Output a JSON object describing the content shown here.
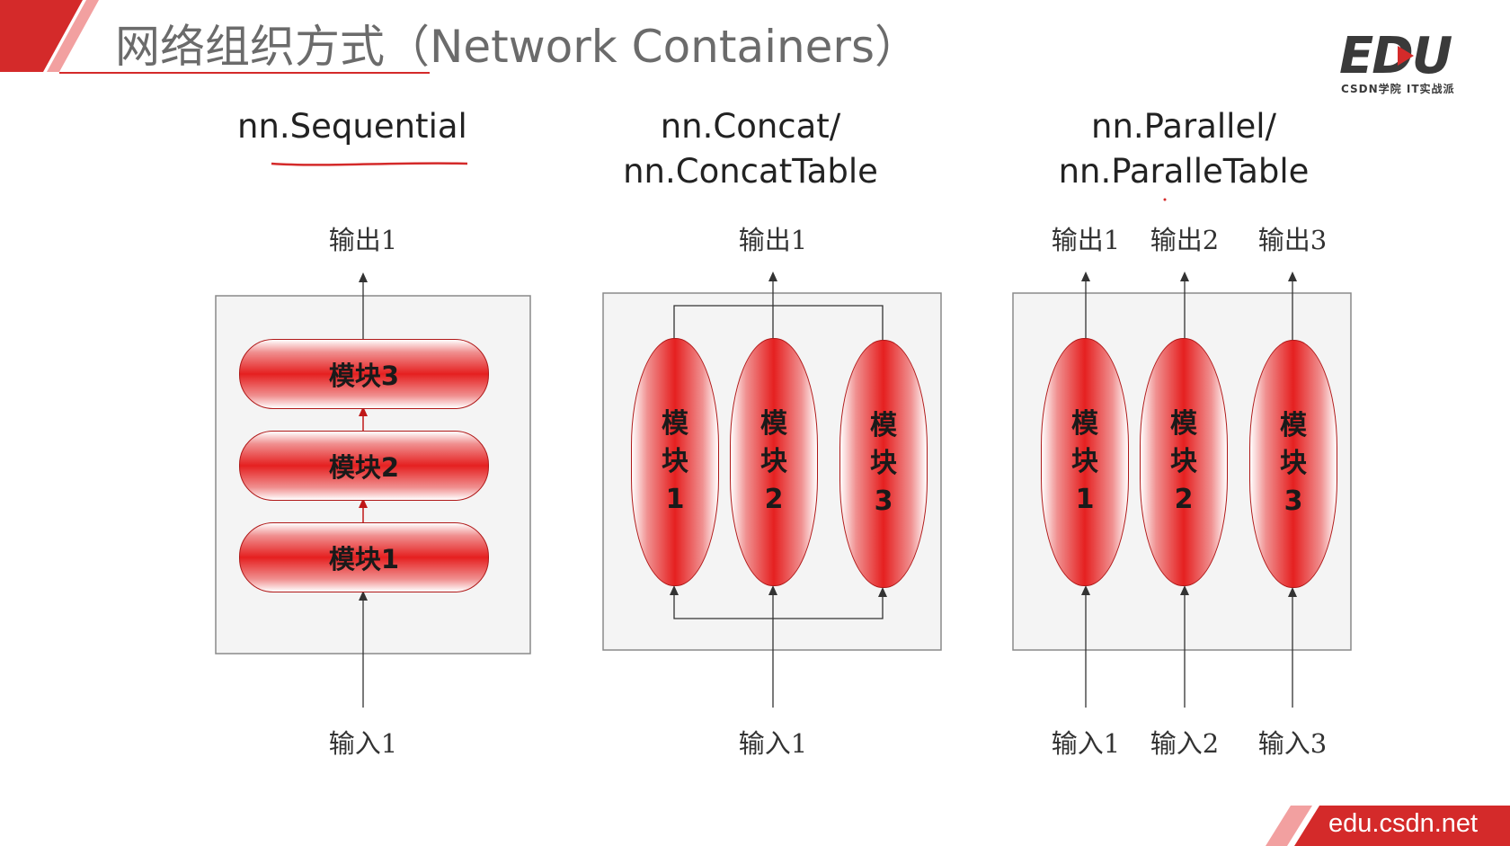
{
  "slide": {
    "title": "网络组织方式（Network Containers）",
    "logo": {
      "main": "EDU",
      "sub": "CSDN学院  IT实战派"
    },
    "footer_url": "edu.csdn.net"
  },
  "sequential": {
    "title": "nn.Sequential",
    "output": "输出1",
    "input": "输入1",
    "modules": [
      "模块3",
      "模块2",
      "模块1"
    ]
  },
  "concat": {
    "title_line1": "nn.Concat/",
    "title_line2": "nn.ConcatTable",
    "output": "输出1",
    "input": "输入1",
    "modules": [
      "模块1",
      "模块2",
      "模块3"
    ]
  },
  "parallel": {
    "title_line1": "nn.Parallel/",
    "title_line2": "nn.ParalleTable",
    "outputs": [
      "输出1",
      "输出2",
      "输出3"
    ],
    "inputs": [
      "输入1",
      "输入2",
      "输入3"
    ],
    "modules": [
      "模块1",
      "模块2",
      "模块3"
    ]
  },
  "colors": {
    "accent_red": "#d42a2a",
    "module_red": "#e52020",
    "box_fill": "#f4f4f4",
    "box_border": "#8a8a8a",
    "title_gray": "#6b6b6b"
  }
}
